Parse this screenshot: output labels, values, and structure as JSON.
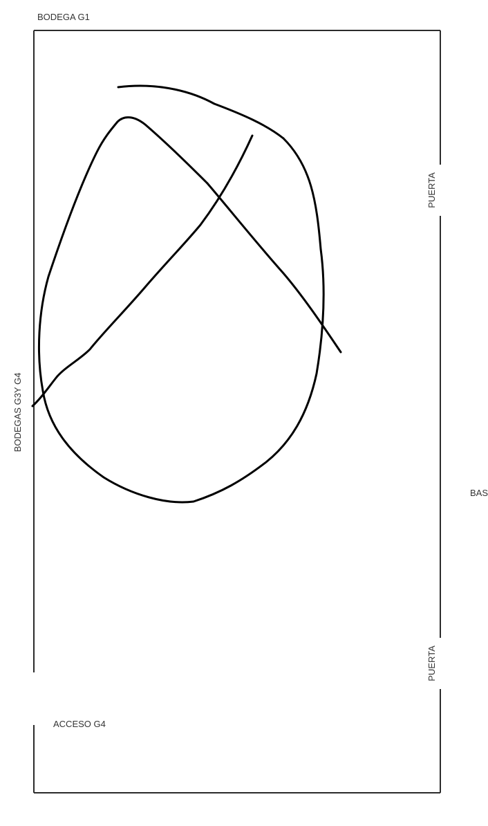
{
  "labels": {
    "top": "BODEGA G1",
    "left": "BODEGAS G3Y G4",
    "door_upper": "PUERTA",
    "door_lower": "PUERTA",
    "access": "ACCESO G4",
    "right_cut": "BAS"
  },
  "colors": {
    "wall": "#2b2b2b",
    "ink": "#000000",
    "text": "#333333",
    "background": "#ffffff"
  }
}
